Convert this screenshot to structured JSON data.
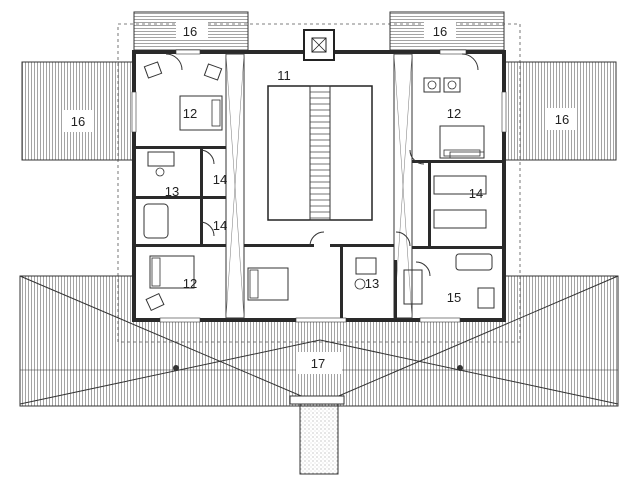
{
  "plan": {
    "labels": {
      "top_left_terrace": "16",
      "top_right_terrace": "16",
      "left_terrace": "16",
      "right_terrace": "16",
      "stair_hall": "11",
      "bedroom_nw": "12",
      "bedroom_ne": "12",
      "bedroom_sw": "12",
      "bath_w": "13",
      "bath_s": "13",
      "closet_1": "14",
      "closet_2": "14",
      "closet_e": "14",
      "utility": "15",
      "veranda": "17"
    }
  }
}
